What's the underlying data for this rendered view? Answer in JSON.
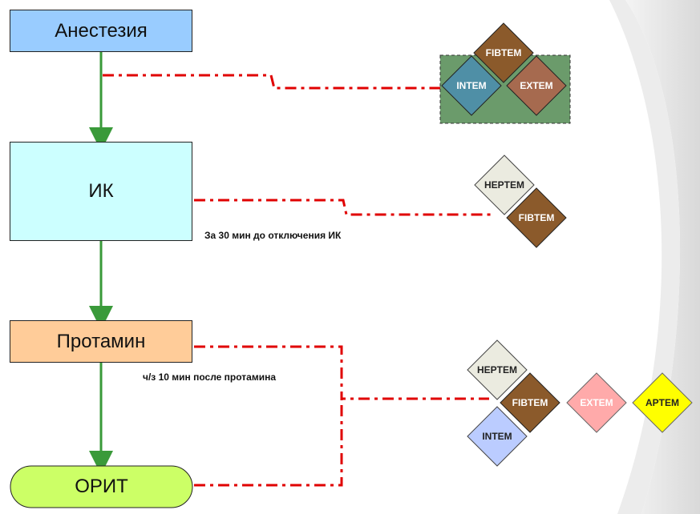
{
  "steps": {
    "anesthesia": "Анестезия",
    "ik": "ИК",
    "protamine": "Протамин",
    "orit": "ОРИТ"
  },
  "notes": {
    "ik_note": "За 30 мин до отключения ИК",
    "protamine_note": "ч/з 10 мин после протамина"
  },
  "tests": {
    "group1": [
      "FIBTEM",
      "INTEM",
      "EXTEM"
    ],
    "group2": [
      "HEPTEM",
      "FIBTEM"
    ],
    "group3": [
      "HEPTEM",
      "FIBTEM",
      "EXTEM",
      "APTEM",
      "INTEM"
    ]
  },
  "colors": {
    "anesthesia": "#99ccff",
    "ik": "#ccffff",
    "protamine": "#ffcc99",
    "orit": "#ccff66",
    "arrow": "#3a9a3a",
    "dash_line": "#e00000",
    "fibtem": "#8b5a2b",
    "intem_group1": "#4f8fa6",
    "extem_group1": "#a66a4f",
    "heptem": "#ebebe0",
    "extem_pink": "#ffaaaa",
    "aptem": "#ffff00",
    "intem_blue": "#bbccff",
    "group_bg": "#6b9b6b"
  }
}
